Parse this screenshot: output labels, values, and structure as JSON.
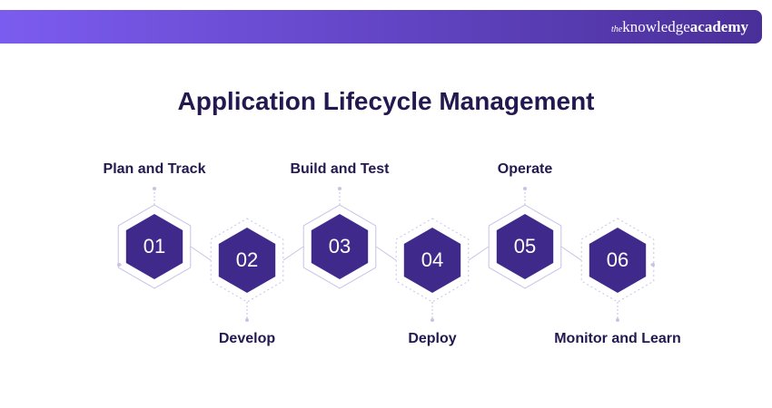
{
  "brand": {
    "prefix": "the",
    "main": "knowledge",
    "bold": "academy"
  },
  "title": "Application Lifecycle Management",
  "steps": [
    {
      "num": "01",
      "label": "Plan and Track"
    },
    {
      "num": "02",
      "label": "Develop"
    },
    {
      "num": "03",
      "label": "Build and Test"
    },
    {
      "num": "04",
      "label": "Deploy"
    },
    {
      "num": "05",
      "label": "Operate"
    },
    {
      "num": "06",
      "label": "Monitor and Learn"
    }
  ],
  "colors": {
    "banner_start": "#7b5cf0",
    "banner_end": "#4a2f9a",
    "hexagon": "#3f2a8c",
    "title": "#23184f",
    "connector": "#c9c2e6"
  }
}
